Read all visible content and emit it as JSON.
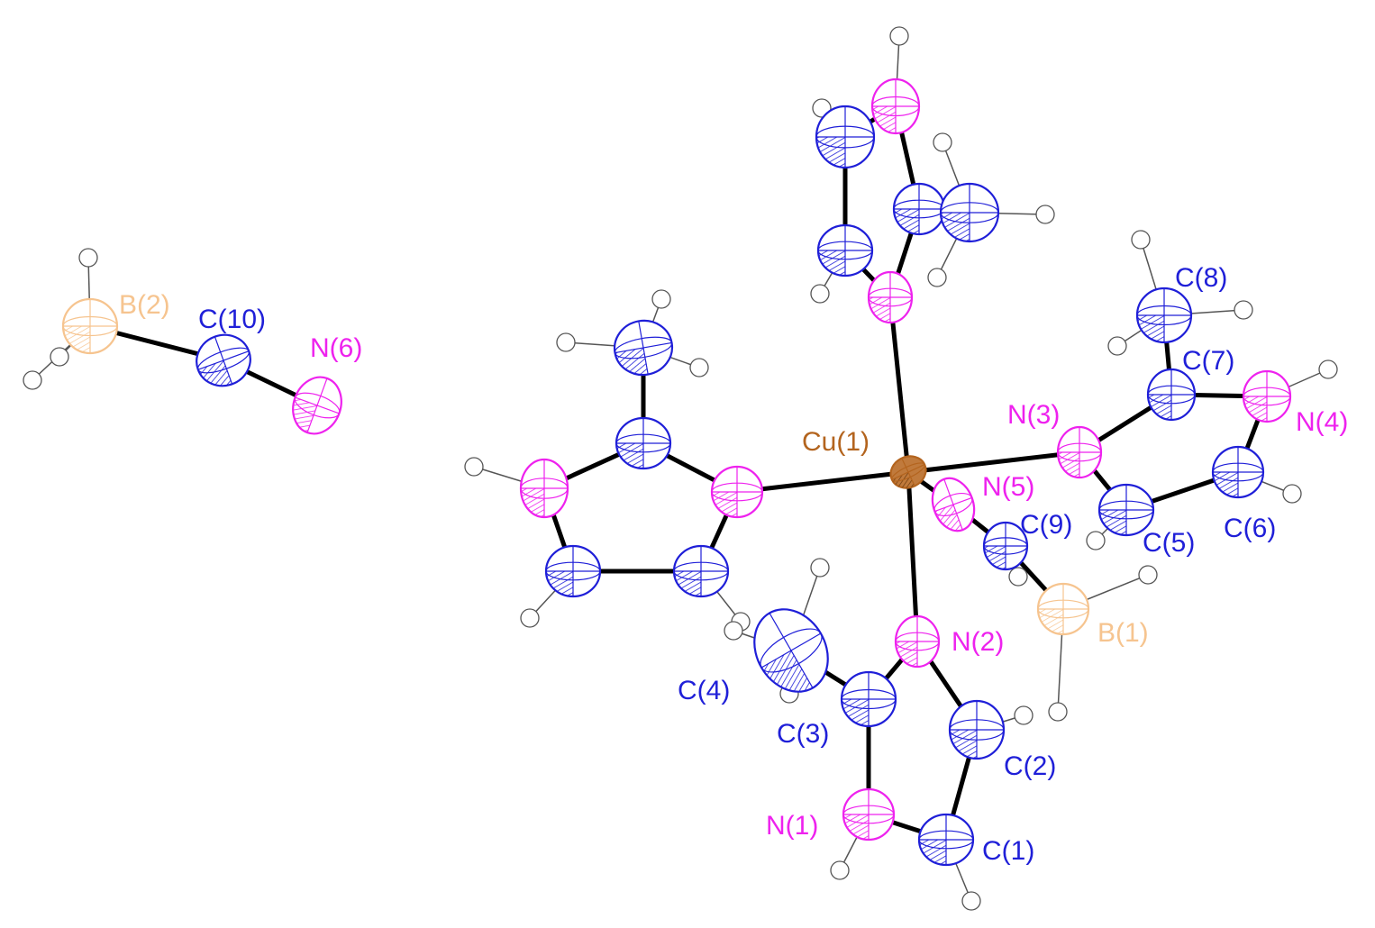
{
  "colors": {
    "carbon": "#1f1fd8",
    "nitrogen": "#ee22ee",
    "copper": "#b3641e",
    "boron": "#f6c48f",
    "hydrogen": "#555555",
    "bond": "#000000"
  },
  "labels": {
    "cu1": "Cu(1)",
    "b1": "B(1)",
    "b2": "B(2)",
    "c1": "C(1)",
    "c2": "C(2)",
    "c3": "C(3)",
    "c4": "C(4)",
    "c5": "C(5)",
    "c6": "C(6)",
    "c7": "C(7)",
    "c8": "C(8)",
    "c9": "C(9)",
    "c10": "C(10)",
    "n1": "N(1)",
    "n2": "N(2)",
    "n3": "N(3)",
    "n4": "N(4)",
    "n5": "N(5)",
    "n6": "N(6)"
  }
}
